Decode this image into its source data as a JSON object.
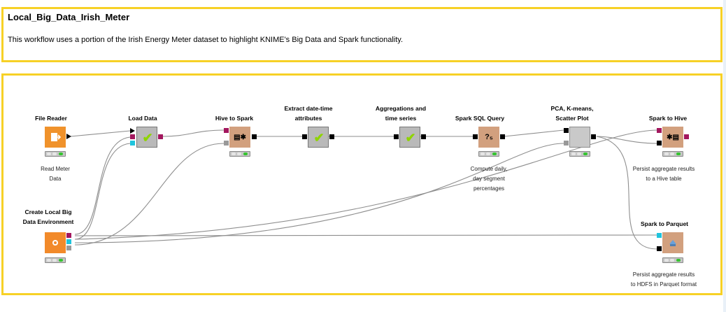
{
  "annotation_top": {
    "title": "Local_Big_Data_Irish_Meter",
    "description": "This workflow uses a portion of the Irish Energy Meter dataset to highlight KNIME's Big Data and Spark functionality."
  },
  "nodes": {
    "file_reader": {
      "title": "File Reader",
      "comment": [
        "Read Meter",
        "Data"
      ],
      "icon": "file-reader-icon"
    },
    "load_data": {
      "title": "Load Data",
      "icon": "metanode-check-icon"
    },
    "hive_to_spark": {
      "title": "Hive to Spark",
      "icon": "spark-icon"
    },
    "extract_dt": {
      "title": [
        "Extract date-time",
        "attributes"
      ],
      "icon": "metanode-check-icon"
    },
    "aggregations": {
      "title": [
        "Aggregations and",
        "time series"
      ],
      "icon": "metanode-check-icon"
    },
    "spark_sql": {
      "title": "Spark SQL Query",
      "comment": [
        "Compute daily,",
        "day segment",
        "percentages"
      ],
      "icon": "sql-icon"
    },
    "pca": {
      "title": [
        "PCA, K-means,",
        "Scatter Plot"
      ],
      "icon": "component-icon"
    },
    "spark_to_hive": {
      "title": "Spark to Hive",
      "comment": [
        "Persist aggregate results",
        "to a Hive table"
      ],
      "icon": "spark-icon"
    },
    "create_env": {
      "title": [
        "Create Local Big",
        "Data Environment"
      ],
      "icon": "environment-icon"
    },
    "spark_to_parquet": {
      "title": "Spark to Parquet",
      "comment": [
        "Persist aggregate results",
        "to HDFS in Parquet format"
      ],
      "icon": "parquet-icon"
    }
  },
  "colors": {
    "annotation_border": "#f7d126",
    "reader_orange": "#f0922b",
    "spark_tan": "#d2a07e",
    "status_green": "#35c430"
  }
}
